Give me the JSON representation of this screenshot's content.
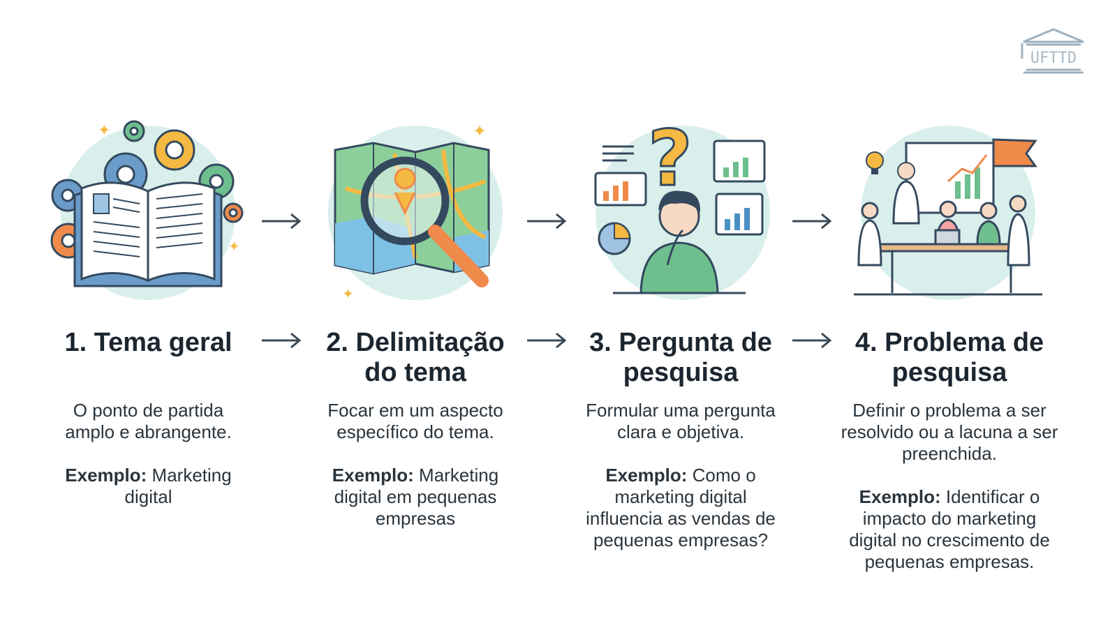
{
  "logo": {
    "text": "UFTTD"
  },
  "steps": [
    {
      "number": "1.",
      "title": "Tema geral",
      "description": "O ponto de partida amplo e abrangente.",
      "example_label": "Exemplo:",
      "example_text": "Marketing digital",
      "icon": "open-book-gears-icon"
    },
    {
      "number": "2.",
      "title": "Delimitação do tema",
      "description": "Focar em um aspecto específico do tema.",
      "example_label": "Exemplo:",
      "example_text": "Marketing digital em pequenas empresas",
      "icon": "map-magnifier-icon"
    },
    {
      "number": "3.",
      "title": "Pergunta de pesquisa",
      "description": "Formular uma pergunta clara e objetiva.",
      "example_label": "Exemplo:",
      "example_text": "Como o marketing digital influencia as vendas de pequenas empresas?",
      "icon": "thinking-person-question-icon"
    },
    {
      "number": "4.",
      "title": "Problema de pesquisa",
      "description": "Definir o problema a ser resolvido ou a lacuna a ser preenchida.",
      "example_label": "Exemplo:",
      "example_text": "Identificar o impacto do marketing digital no crescimento de pequenas empresas.",
      "icon": "team-meeting-chart-icon"
    }
  ],
  "colors": {
    "circle": "#d9efec",
    "ink": "#34495e",
    "orange": "#f08a4b",
    "yellow": "#f4b942",
    "green": "#6fbf8e",
    "blue": "#4a90c2"
  }
}
